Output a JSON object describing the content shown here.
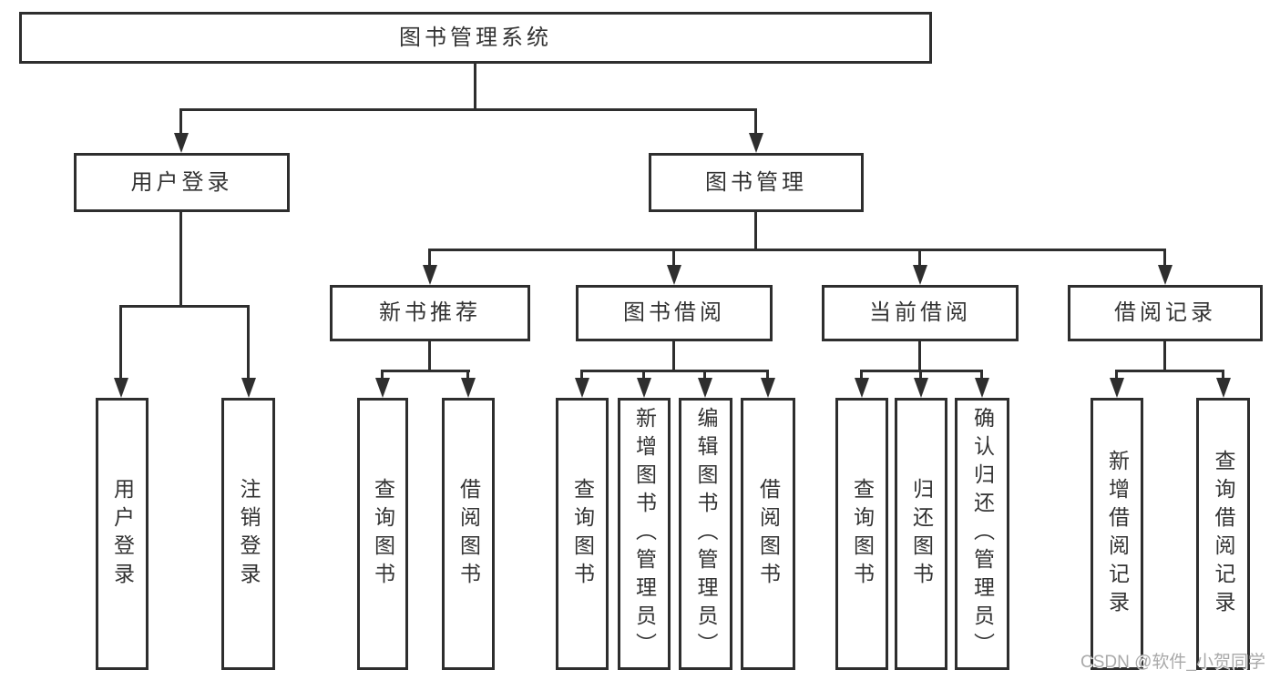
{
  "tree": {
    "root": {
      "label": "图书管理系统"
    },
    "level2": [
      {
        "label": "用户登录",
        "children": [
          {
            "label": "用户登录"
          },
          {
            "label": "注销登录"
          }
        ]
      },
      {
        "label": "图书管理",
        "children": [
          {
            "label": "新书推荐",
            "children": [
              {
                "label": "查询图书"
              },
              {
                "label": "借阅图书"
              }
            ]
          },
          {
            "label": "图书借阅",
            "children": [
              {
                "label": "查询图书"
              },
              {
                "label": "新增图书（管理员）"
              },
              {
                "label": "编辑图书（管理员）"
              },
              {
                "label": "借阅图书"
              }
            ]
          },
          {
            "label": "当前借阅",
            "children": [
              {
                "label": "查询图书"
              },
              {
                "label": "归还图书"
              },
              {
                "label": "确认归还（管理员）"
              }
            ]
          },
          {
            "label": "借阅记录",
            "children": [
              {
                "label": "新增借阅记录"
              },
              {
                "label": "查询借阅记录"
              }
            ]
          }
        ]
      }
    ]
  },
  "watermark": {
    "text": "CSDN @软件_小贺同学"
  },
  "colors": {
    "line": "#2e2e2e",
    "text": "#333333",
    "box_fill": "#ffffff",
    "watermark": "#a9a9a9"
  }
}
